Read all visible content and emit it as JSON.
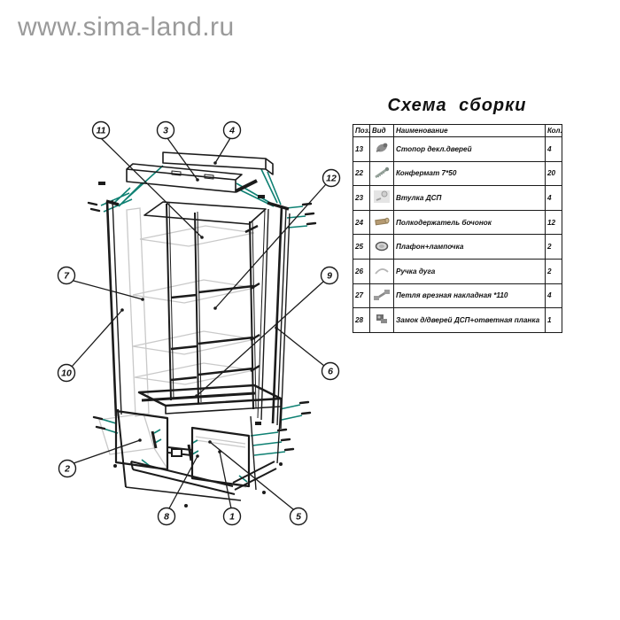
{
  "watermark": "www.sima-land.ru",
  "title": "Схема сборки",
  "colors": {
    "accent_teal": "#0f8173",
    "line_black": "#1b1b1b",
    "shelf_gray": "#c9c9c9",
    "watermark_gray": "#9a9a9a"
  },
  "parts_table": {
    "headers": {
      "pos": "Поз.",
      "view": "Вид",
      "name": "Наименование",
      "qty": "Кол."
    },
    "rows": [
      {
        "pos": "13",
        "icon": "door-stopper",
        "name": "Стопор декл.дверей",
        "qty": "4"
      },
      {
        "pos": "22",
        "icon": "confirmat-screw",
        "name": "Конфермат 7*50",
        "qty": "20"
      },
      {
        "pos": "23",
        "icon": "dsp-sleeve",
        "name": "Втулка  ДСП",
        "qty": "4"
      },
      {
        "pos": "24",
        "icon": "shelf-support-barrel",
        "name": "Полкодержатель бочонок",
        "qty": "12"
      },
      {
        "pos": "25",
        "icon": "lamp-shade",
        "name": "Плафон+лампочка",
        "qty": "2"
      },
      {
        "pos": "26",
        "icon": "arc-handle",
        "name": "Ручка дуга",
        "qty": "2"
      },
      {
        "pos": "27",
        "icon": "hinge",
        "name": "Петля врезная накладная *110",
        "qty": "4"
      },
      {
        "pos": "28",
        "icon": "door-lock",
        "name": "Замок д/дверей ДСП+ответная планка",
        "qty": "1"
      }
    ]
  },
  "callouts": [
    {
      "label": "11"
    },
    {
      "label": "3"
    },
    {
      "label": "4"
    },
    {
      "label": "12"
    },
    {
      "label": "7"
    },
    {
      "label": "9"
    },
    {
      "label": "10"
    },
    {
      "label": "6"
    },
    {
      "label": "2"
    },
    {
      "label": "8"
    },
    {
      "label": "1"
    },
    {
      "label": "5"
    }
  ]
}
